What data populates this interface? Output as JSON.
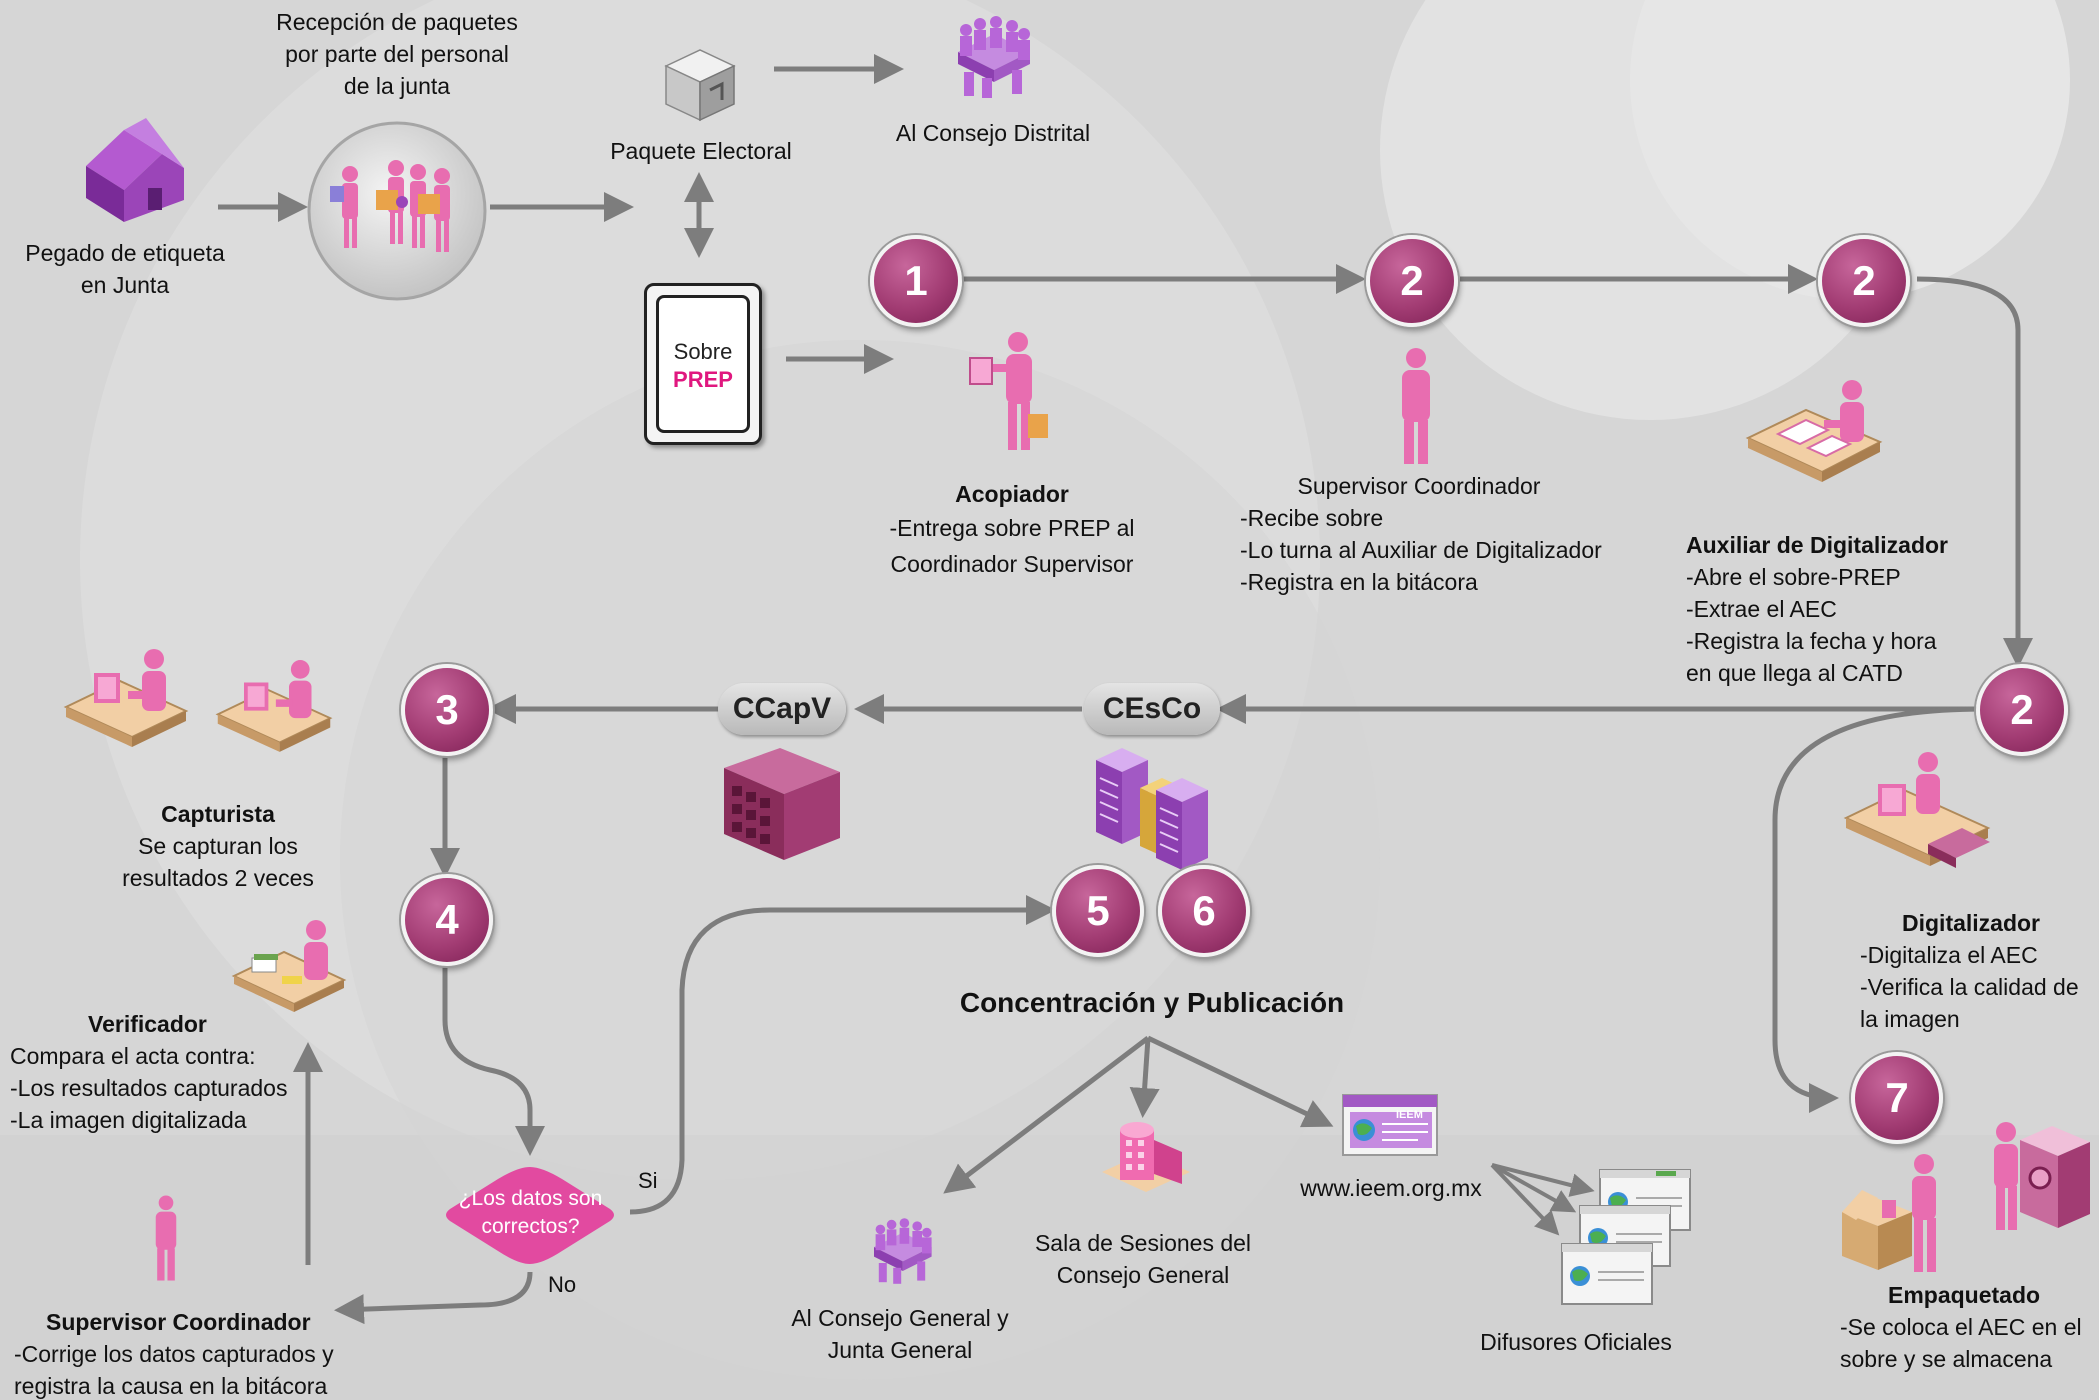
{
  "colors": {
    "background": "#d6d6d6",
    "node_fill": "#a23c73",
    "accent_pink": "#e0177f",
    "arrow": "#7d7d7d",
    "figure": "#e86db0",
    "purple": "#9b45b8"
  },
  "top": {
    "pegado": {
      "line1": "Pegado de etiqueta",
      "line2": "en Junta"
    },
    "recepcion": {
      "line1": "Recepción de paquetes",
      "line2": "por parte del personal",
      "line3": "de la junta"
    },
    "paquete": "Paquete Electoral",
    "consejo_distrital": "Al Consejo Distrital",
    "sobre": {
      "line1": "Sobre",
      "line2": "PREP"
    }
  },
  "nodes": {
    "n1": "1",
    "n2a": "2",
    "n2b": "2",
    "n2c": "2",
    "n3": "3",
    "n4": "4",
    "n5": "5",
    "n6": "6",
    "n7": "7"
  },
  "pills": {
    "cesco": "CEsCo",
    "ccapv": "CCapV"
  },
  "acopiador": {
    "title": "Acopiador",
    "line1": "-Entrega sobre PREP al",
    "line2": "Coordinador Supervisor"
  },
  "supervisor1": {
    "title": "Supervisor Coordinador",
    "line1": "-Recibe sobre",
    "line2": "-Lo turna al Auxiliar de Digitalizador",
    "line3": "-Registra en la bitácora"
  },
  "auxiliar": {
    "title": "Auxiliar de Digitalizador",
    "line1": "-Abre el sobre-PREP",
    "line2": "-Extrae el AEC",
    "line3": "-Registra la fecha y hora",
    "line4": "en que llega al CATD"
  },
  "digitalizador": {
    "title": "Digitalizador",
    "line1": "-Digitaliza el AEC",
    "line2": "-Verifica la calidad de",
    "line3": "la imagen"
  },
  "empaquetado": {
    "title": "Empaquetado",
    "line1": "-Se coloca el AEC en el",
    "line2": "sobre y se almacena"
  },
  "capturista": {
    "title": "Capturista",
    "line1": "Se capturan los",
    "line2": "resultados 2 veces"
  },
  "verificador": {
    "title": "Verificador",
    "line1": "Compara el acta contra:",
    "line2": "-Los resultados capturados",
    "line3": "-La imagen digitalizada"
  },
  "supervisor2": {
    "title": "Supervisor Coordinador",
    "line1": "-Corrige los datos capturados y",
    "line2": "registra la causa en la bitácora"
  },
  "decision": {
    "line1": "¿Los datos son",
    "line2": "correctos?",
    "yes": "Si",
    "no": "No"
  },
  "concentracion": "Concentración y Publicación",
  "consejo_general": {
    "line1": "Al Consejo General y",
    "line2": "Junta General"
  },
  "sala": {
    "line1": "Sala de Sesiones del",
    "line2": "Consejo General"
  },
  "web": "www.ieem.org.mx",
  "ieem_logo": "IEEM",
  "difusores": "Difusores Oficiales"
}
